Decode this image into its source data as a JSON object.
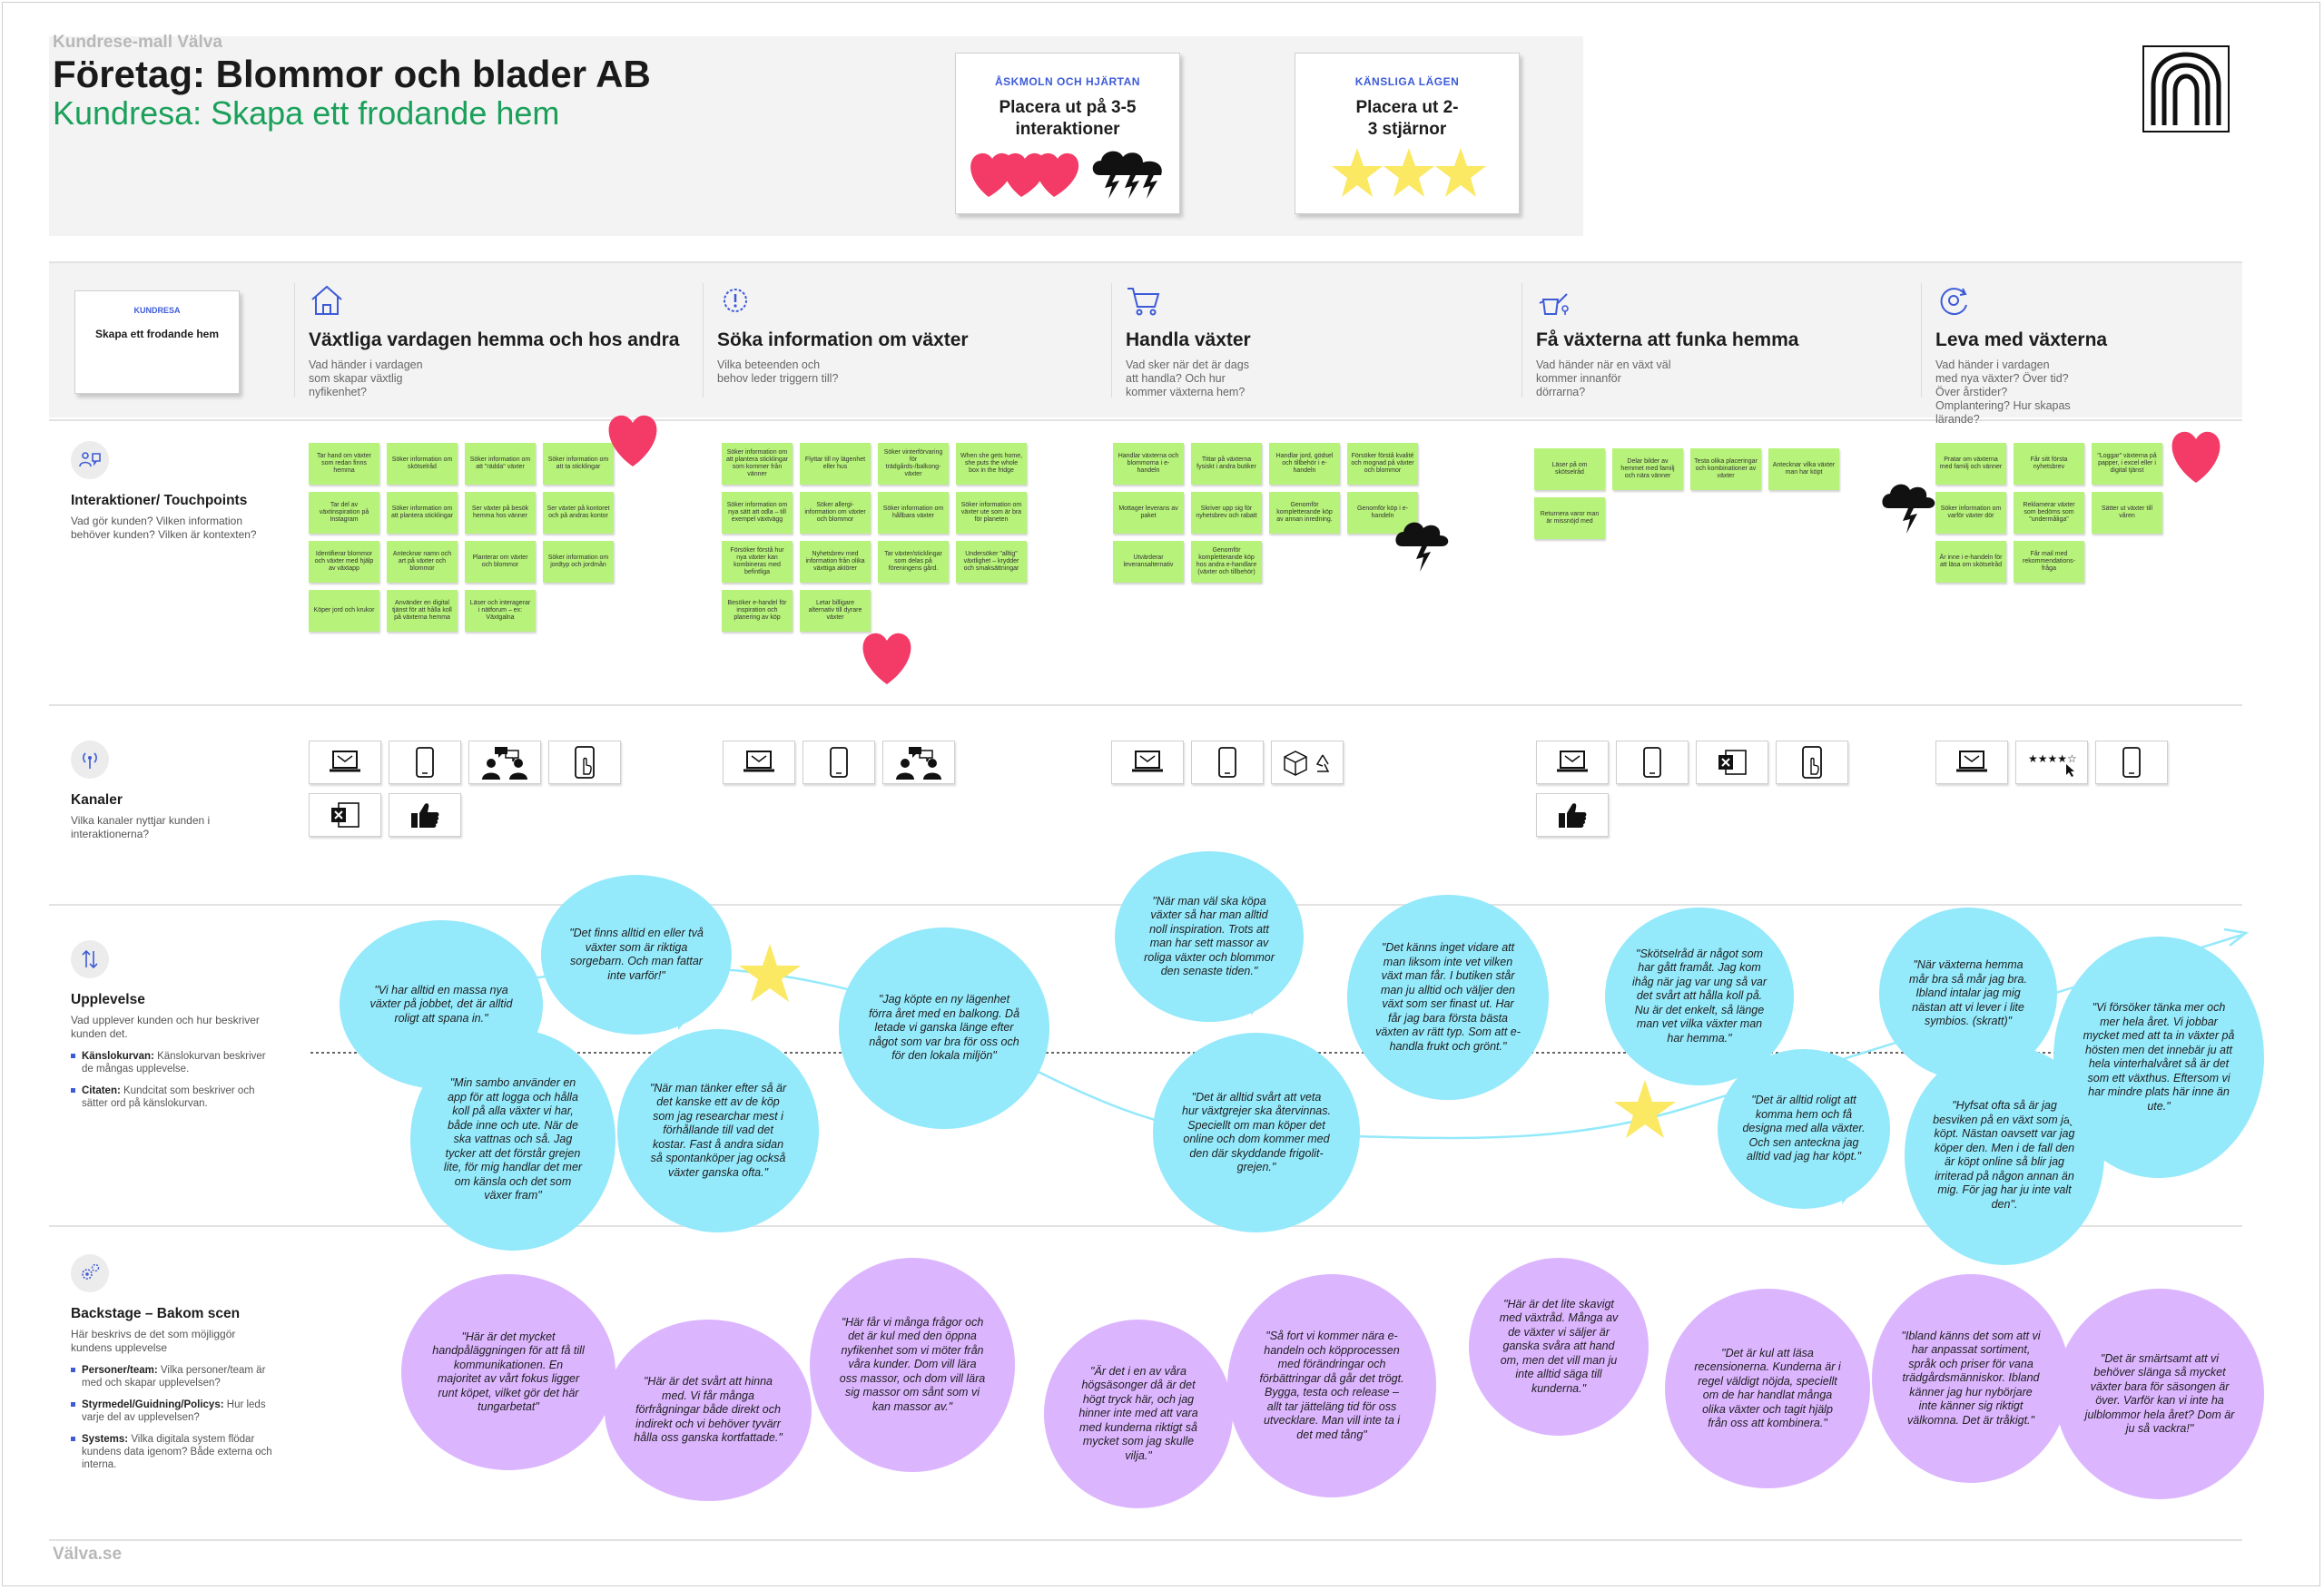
{
  "header": {
    "top_label": "Kundrese-mall Välva",
    "company": "Företag: Blommor och blader AB",
    "journey": "Kundresa: Skapa ett frodande hem"
  },
  "legend": [
    {
      "label": "ÅSKMOLN OCH HJÄRTAN",
      "title": "Placera ut på 3-5 interaktioner",
      "icons": [
        "heart-icon",
        "thundercloud-icon"
      ]
    },
    {
      "label": "KÄNSLIGA LÄGEN",
      "title": "Placera ut 2-3 stjärnor",
      "icons": [
        "star-icon"
      ]
    }
  ],
  "journey_card": {
    "label": "KUNDRESA",
    "title": "Skapa ett frodande hem"
  },
  "stages": [
    {
      "icon": "house-icon",
      "name": "Växtliga vardagen hemma och hos andra",
      "question": "Vad händer i vardagen som skapar växtlig nyfikenhet?"
    },
    {
      "icon": "alert-icon",
      "name": "Söka information om växter",
      "question": "Vilka beteenden och behov leder triggern till?"
    },
    {
      "icon": "cart-icon",
      "name": "Handla växter",
      "question": "Vad sker när det är dags att handla? Och hur kommer växterna hem?"
    },
    {
      "icon": "watering-can-icon",
      "name": "Få växterna att funka hemma",
      "question": "Vad händer när en växt väl kommer innanför dörrarna?"
    },
    {
      "icon": "cycle-icon",
      "name": "Leva med växterna",
      "question": "Vad händer i vardagen med nya växter? Över tid? Över årstider? Omplantering? Hur skapas lärande?"
    }
  ],
  "rows": {
    "interactions": {
      "title": "Interaktioner/ Touchpoints",
      "desc": "Vad gör kunden? Vilken information behöver kunden? Vilken är kontexten?"
    },
    "channels": {
      "title": "Kanaler",
      "desc": "Vilka kanaler nyttjar kunden i interaktionerna?"
    },
    "experience": {
      "title": "Upplevelse",
      "desc": "Vad upplever kunden och hur beskriver kunden det.",
      "items": [
        {
          "bold": "Känslokurvan:",
          "text": " Känslokurvan beskriver de mångas upplevelse."
        },
        {
          "bold": "Citaten:",
          "text": " Kundcitat som beskriver och sätter ord på känslokurvan."
        }
      ]
    },
    "backstage": {
      "title": "Backstage – Bakom scen",
      "desc": "Här beskrivs de det som möjliggör kundens upplevelse",
      "items": [
        {
          "bold": "Personer/team:",
          "text": " Vilka personer/team är med och skapar upplevelsen?"
        },
        {
          "bold": "Styrmedel/Guidning/Policys:",
          "text": " Hur leds varje del av upplevelsen?"
        },
        {
          "bold": "Systems:",
          "text": " Vilka digitala system flödar kundens data igenom? Både externa och interna."
        }
      ]
    }
  },
  "stickies": [
    [
      "Tar hand om växter som redan finns hemma",
      "Söker information om skötselråd",
      "Söker information om att \"rädda\" växter",
      "Söker information om att ta sticklingar",
      "Tar del av växtinspiration på Instagram",
      "Söker information om att plantera sticklingar",
      "Ser växter på besök hemma hos vänner",
      "Ser växter på kontoret och på andras kontor",
      "Identifierar blommor och växter med hjälp av växtapp",
      "Antecknar namn och art på växter och blommor",
      "Planterar om växter och blommor",
      "Söker information om jordtyp och jordmån",
      "Köper jord och krukor",
      "Använder en digital tjänst för att hålla koll på växterna hemma",
      "Läser och interagerar i nätforum – ex: Växtgalna"
    ],
    [
      "Söker information om att plantera sticklingar som kommer från vänner",
      "Flyttar till ny lägenhet eller hus",
      "Söker vinterförvaring för trädgårds-/balkong-växter",
      "When she gets home, she puts the whole box in the fridge",
      "Söker information om nya sätt att odla – till exempel växtvägg",
      "Söker allergi-information om växter och blommor",
      "Söker information om hållbara växter",
      "Söker information om växter ute som är bra för planeten",
      "Försöker förstå hur nya växter kan kombineras med befintliga",
      "Nyhetsbrev med information från olika växttiga aktörer",
      "Tar växter/sticklingar som delas på föreningens gård.",
      "Undersöker \"alltig\" växtlighet – krydder och smaksättningar",
      "Besöker e-handel för inspiration och planering av köp",
      "Letar billigare alternativ till dyrare växter"
    ],
    [
      "Handlar växterna och blommorna i e-handeln",
      "Tittar på växterna fysiskt i andra butiker",
      "Handlar jord, gödsel och tillbehör i e-handeln",
      "Försöker förstå kvalité och mognad på växter och blommor",
      "Mottager leverans av paket",
      "Skriver upp sig för nyhetsbrev och rabatt",
      "Genomför kompletterande köp av annan inredning.",
      "Genomför köp i e-handeln",
      "Utvärderar leveransalternativ",
      "Genomför kompletterande köp hos andra e-handlare (växter och tillbehör)"
    ],
    [
      "Läser på om skötselråd",
      "Delar bilder av hemmet med familj och nära vänner",
      "Testa olika placeringar och kombinationer av växter",
      "Antecknar vilka växter man har köpt",
      "Returnera varor man är missnöjd med"
    ],
    [
      "Pratar om växterna med familj och vänner",
      "Får sitt första nyhetsbrev",
      "\"Loggar\" växterna på papper, i excel eller i digital tjänst",
      "Söker information om varför växter dör",
      "Reklamerar växter som bedöms som \"undermåliga\"",
      "Sätter ut växter till våren",
      "Är inne i e-handeln för att läsa om skötselråd",
      "Får mail med rekommendations-fråga"
    ]
  ],
  "channels": [
    [
      "laptop-icon",
      "mobile-icon",
      "people-talking-icon",
      "mobile-touch-icon",
      "excel-icon",
      "thumbs-up-icon"
    ],
    [
      "laptop-icon",
      "mobile-icon",
      "people-talking-icon"
    ],
    [
      "laptop-icon",
      "mobile-icon",
      "box-recycle-icon"
    ],
    [
      "laptop-icon",
      "mobile-icon",
      "excel-icon",
      "mobile-touch-icon",
      "thumbs-up-icon"
    ],
    [
      "laptop-icon",
      "rating-stars-icon",
      "mobile-icon"
    ]
  ],
  "quotes_experience": [
    "\"Vi har alltid en massa nya växter på jobbet, det är alltid roligt att spana in.\"",
    "\"Det finns alltid en eller två växter som är riktiga sorgebarn. Och man fattar inte varför!\"",
    "\"Min sambo använder en app för att logga och hålla koll på alla växter vi har, både inne och ute. När de ska vattnas och så. Jag tycker att det förstår grejen lite, för mig handlar det mer om känsla och det som växer fram\"",
    "\"När man tänker efter så är det kanske ett av de köp som jag researchar mest i förhållande till vad det kostar. Fast å andra sidan så spontanköper jag också växter ganska ofta.\"",
    "\"Jag köpte en ny lägenhet förra året med en balkong. Då letade vi ganska länge efter något som var bra för oss och för den lokala miljön\"",
    "\"När man väl ska köpa växter så har man alltid noll inspiration. Trots att man har sett massor av roliga växter och blommor den senaste tiden.\"",
    "\"Det är alltid svårt att veta hur växtgrejer ska återvinnas. Speciellt om man köper det online och dom kommer med den där skyddande frigolit-grejen.\"",
    "\"Det känns inget vidare att man liksom inte vet vilken växt man får. I butiken står man ju alltid och väljer den växt som ser finast ut. Har får jag bara första bästa växten av rätt typ. Som att e-handla frukt och grönt.\"",
    "\"Skötselråd är något som har gått framåt. Jag kom ihåg när jag var ung så var det svårt att hålla koll på. Nu är det enkelt, så länge man vet vilka växter man har hemma.\"",
    "\"Det är alltid roligt att komma hem och få designa med alla växter. Och sen anteckna jag alltid vad jag har köpt.\"",
    "\"När växterna hemma mår bra så mår jag bra. Ibland intalar jag mig nästan att vi lever i lite symbios. (skratt)\"",
    "\"Hyfsat ofta så är jag besviken på en växt som jag köpt. Nästan oavsett var jag köper den. Men i de fall den är köpt online så blir jag irriterad på någon annan än mig. För jag har ju inte valt den\".",
    "\"Vi försöker tänka mer och mer hela året. Vi jobbar mycket med att ta in växter på hösten men det innebär ju att hela vinterhalvåret så är det som ett växthus. Eftersom vi har mindre plats här inne än ute.\""
  ],
  "quotes_backstage": [
    "\"Här är det mycket handpåläggningen för att få till kommunikationen. En majoritet av vårt fokus ligger runt köpet, vilket gör det här tungarbetat\"",
    "\"Här är det svårt att hinna med. Vi får många förfrågningar både direkt och indirekt och vi behöver tyvärr hålla oss ganska kortfattade.\"",
    "\"Här får vi många frågor och det är kul med den öppna nyfikenhet som vi möter från våra kunder. Dom vill lära oss massor, och dom vill lära sig massor om sånt som vi kan massor av.\"",
    "\"Är det i en av våra högsäsonger då är det högt tryck här, och jag hinner inte med att vara med kunderna riktigt så mycket som jag skulle vilja.\"",
    "\"Så fort vi kommer nära e-handeln och köpprocessen med förändringar och förbättringar då går det trögt. Bygga, testa och release – allt tar jätteläng tid för oss utvecklare. Man vill inte ta i det med tång\"",
    "\"Här är det lite skavigt med växtråd. Många av de växter vi säljer är ganska svåra att hand om, men det vill man ju inte alltid säga till kunderna.\"",
    "\"Det är kul att läsa recensionerna. Kunderna är i regel väldigt nöjda, speciellt om de har handlat många olika växter och tagit hjälp från oss att kombinera.\"",
    "\"Ibland känns det som att vi har anpassat sortiment, språk och priser för vana trädgårdsmänniskor. Ibland känner jag hur nybörjare inte känner sig riktigt välkomna. Det är tråkigt.\"",
    "\"Det är smärtsamt att vi behöver slänga så mycket växter bara för säsongen är över. Varför kan vi inte ha julblommor hela året? Dom är ju så vackra!\""
  ],
  "footer": "Välva.se",
  "colors": {
    "accent_green": "#1aa05a",
    "sticky_green": "#b7f27a",
    "quote_blue": "#94e9fb",
    "quote_purple": "#dcb5ff",
    "heart": "#f43a66",
    "star": "#fbe863",
    "label_blue": "#3d5bd9"
  }
}
